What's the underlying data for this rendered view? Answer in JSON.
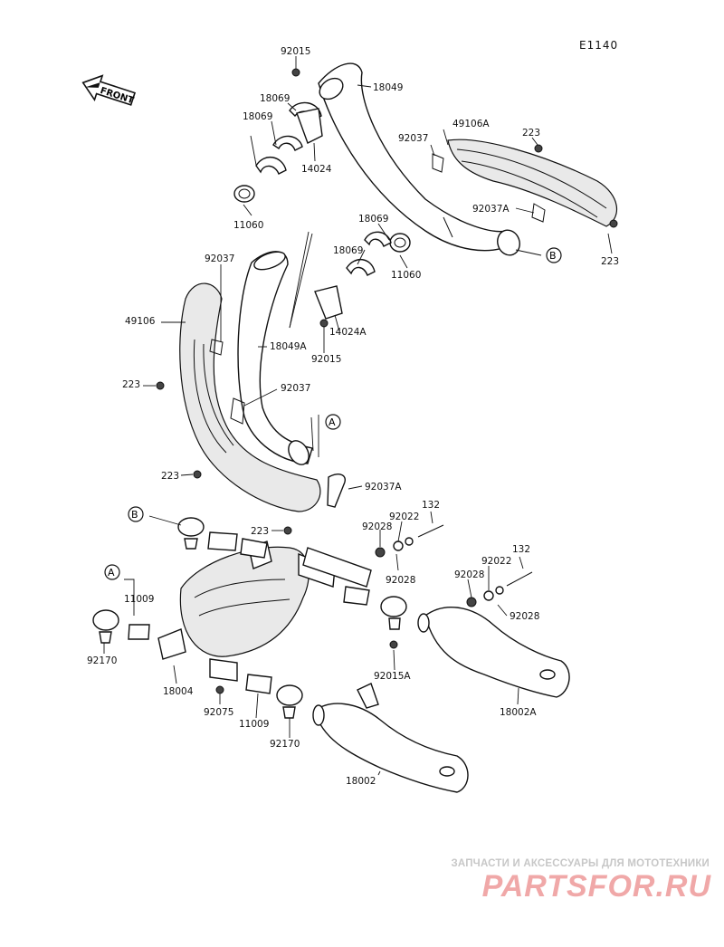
{
  "diagram": {
    "code": "E1140",
    "front_label": "FRONT",
    "callouts": {
      "a": "A",
      "b": "B"
    },
    "labels": {
      "p92015_top": "92015",
      "p18049": "18049",
      "p18069_a": "18069",
      "p18069_b": "18069",
      "p49106A": "49106A",
      "p223_r1": "223",
      "p92037_r": "92037",
      "p14024": "14024",
      "p11060_l": "11060",
      "p92037A_r": "92037A",
      "p223_r2": "223",
      "p18069_c": "18069",
      "p18069_d": "18069",
      "p11060_r": "11060",
      "p92037_l": "92037",
      "p49106": "49106",
      "p18049A": "18049A",
      "p14024A": "14024A",
      "p92015_mid": "92015",
      "p223_l": "223",
      "p92037_mid": "92037",
      "p223_low": "223",
      "p92037A_low": "92037A",
      "p132_a": "132",
      "p92022_a": "92022",
      "p92028_a": "92028",
      "p223_mid": "223",
      "p92028_b": "92028",
      "p132_b": "132",
      "p92022_b": "92022",
      "p92028_c": "92028",
      "p92028_d": "92028",
      "p11009_a": "11009",
      "p92170_a": "92170",
      "p18004": "18004",
      "p92015A": "92015A",
      "p18002A": "18002A",
      "p92075": "92075",
      "p11009_b": "11009",
      "p92170_b": "92170",
      "p18002": "18002"
    }
  },
  "watermark": {
    "caption": "ЗАПЧАСТИ И АКСЕССУАРЫ ДЛЯ МОТОТЕХНИКИ",
    "logo": "PARTSFOR.RU"
  }
}
